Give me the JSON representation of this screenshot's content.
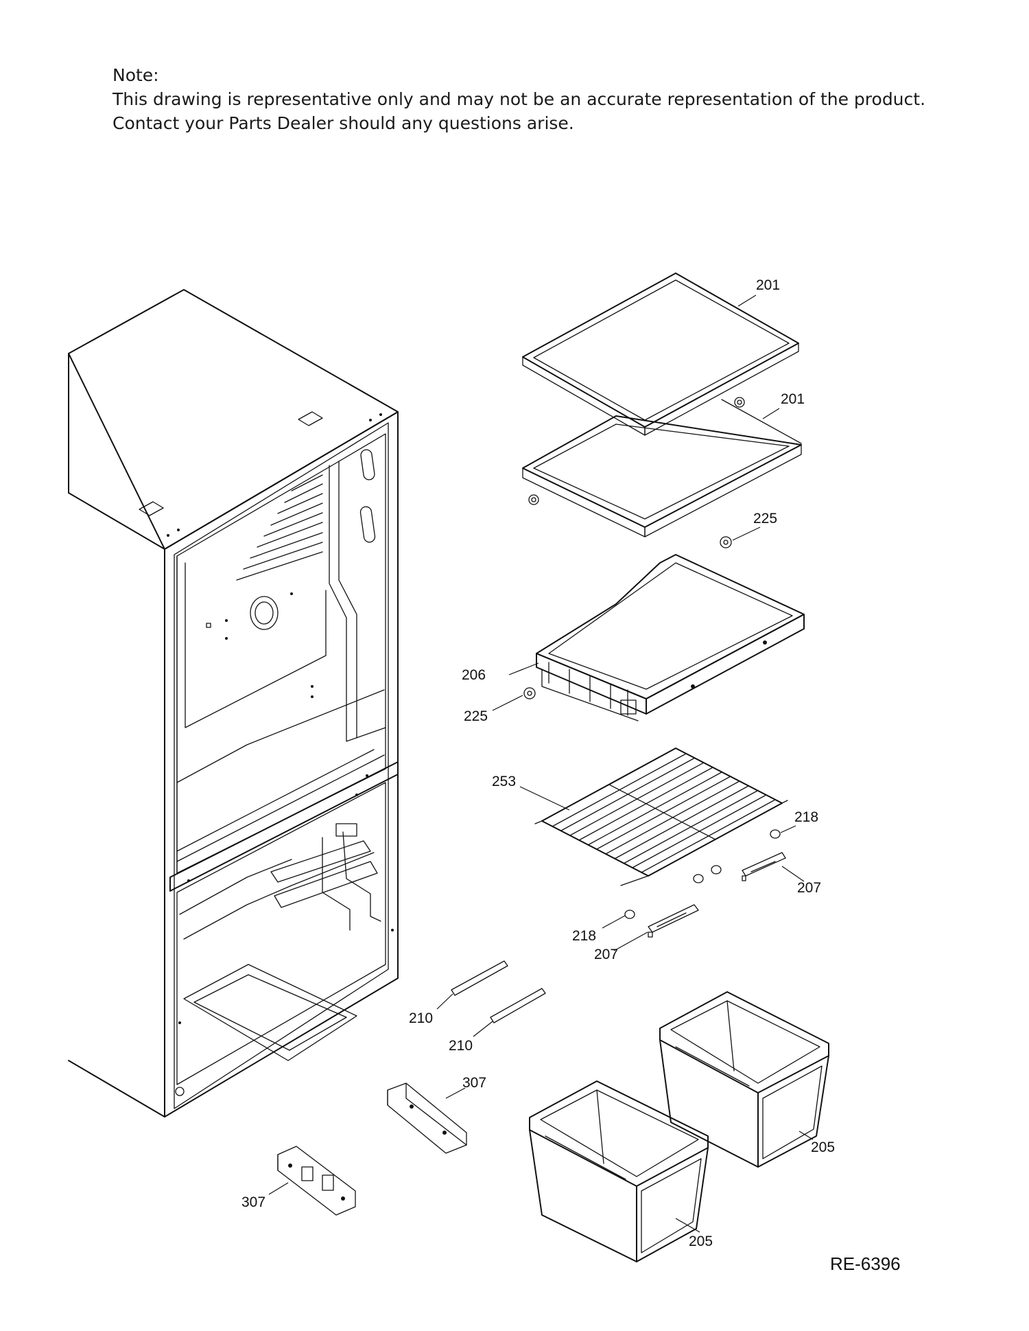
{
  "note": {
    "heading": "Note:",
    "line1": "This drawing is representative only and may not be an accurate representation of the product.",
    "line2": "Contact your Parts Dealer should any questions arise."
  },
  "callouts": {
    "shelf_top": "201",
    "shelf_second": "201",
    "stopper_right": "225",
    "crisper_cover": "206",
    "stopper_left": "225",
    "wire_shelf": "253",
    "cap_right": "218",
    "slide_right": "207",
    "cap_left": "218",
    "slide_left": "207",
    "rail_upper": "210",
    "rail_lower": "210",
    "bracket_upper": "307",
    "bracket_lower": "307",
    "drawer_right": "205",
    "drawer_left": "205"
  },
  "document_id": "RE-6396"
}
